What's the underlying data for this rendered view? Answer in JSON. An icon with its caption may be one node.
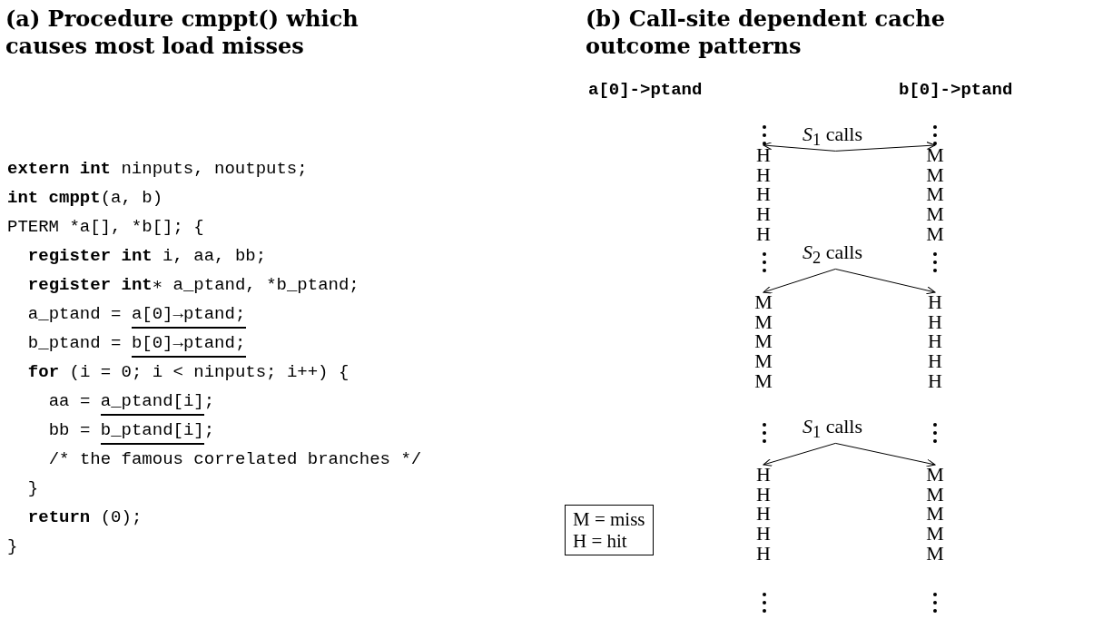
{
  "diagram": {
    "nodes": [
      {
        "text": [
          "*S*$_{1}$ calls"
        ]
      },
      {
        "text": [
          "H H H H H"
        ]
      },
      {
        "text": [
          "M M M M M"
        ]
      },
      {
        "text": [
          "*S*$_{2}$ calls"
        ]
      },
      {
        "text": [
          "M M M M M"
        ]
      },
      {
        "text": [
          "H H H H H"
        ]
      },
      {
        "text": [
          "*S*$_{1}$ calls"
        ]
      },
      {
        "text": [
          "H H H H H"
        ]
      },
      {
        "text": [
          "M M M M M"
        ]
      }
    ],
    "edges": [
      {
        "from": 0,
        "to": 1,
        "arrow": "to"
      },
      {
        "from": 0,
        "to": 2,
        "arrow": "to"
      },
      {
        "from": 3,
        "to": 4,
        "arrow": "to"
      },
      {
        "from": 3,
        "to": 5,
        "arrow": "to"
      },
      {
        "from": 6,
        "to": 7,
        "arrow": "to"
      },
      {
        "from": 6,
        "to": 8,
        "arrow": "to"
      }
    ],
    "labels": [
      "(a) Procedure cmppt() which causes most load misses",
      "(b) Call-site dependent cache outcome patterns",
      "a[0]->ptand",
      "b[0]->ptand",
      "**extern int** ninputs, noutputs;",
      "**int cmppt**(a, b)",
      "PTERM *a[], *b[]; {",
      "**register int** i, aa, bb;",
      "**register int**∗ a_ptand, *b_ptand;",
      "a_ptand = a[0]→ptand;",
      "b_ptand = b[0]→ptand;",
      "**for** (i = 0; i < ninputs; i++) {",
      "aa = a_ptand[i];",
      "bb = b_ptand[i];",
      "/* the famous correlated branches */",
      "}",
      "**return** (0);",
      "}"
    ],
    "legend": [
      {
        "text": "M = miss"
      },
      {
        "text": "H = hit"
      }
    ]
  }
}
